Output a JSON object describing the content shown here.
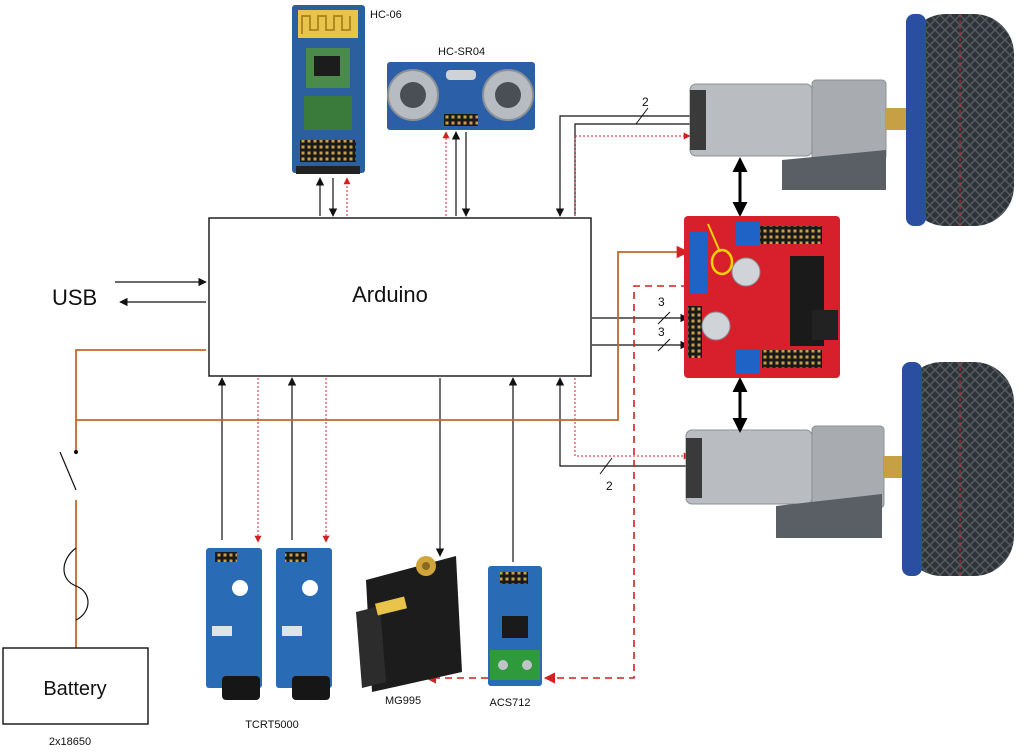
{
  "blocks": {
    "arduino": "Arduino",
    "usb": "USB",
    "battery": "Battery",
    "battery_sub": "2x18650"
  },
  "components": {
    "bluetooth": "HC-06",
    "ultrasonic": "HC-SR04",
    "ir_sensor": "TCRT5000",
    "servo": "MG995",
    "current_sensor": "ACS712"
  },
  "bus_labels": {
    "motor_top": "2",
    "motor_bottom": "2",
    "driver_in_a": "3",
    "driver_in_b": "3"
  },
  "colors": {
    "signal": "#111111",
    "power": "#c8652a",
    "dashed_red": "#d42020",
    "driver_board": "#d8202c",
    "sensor_board": "#2a6bb5",
    "motor_body": "#b9bcc0",
    "wheel": "#2e3338"
  }
}
